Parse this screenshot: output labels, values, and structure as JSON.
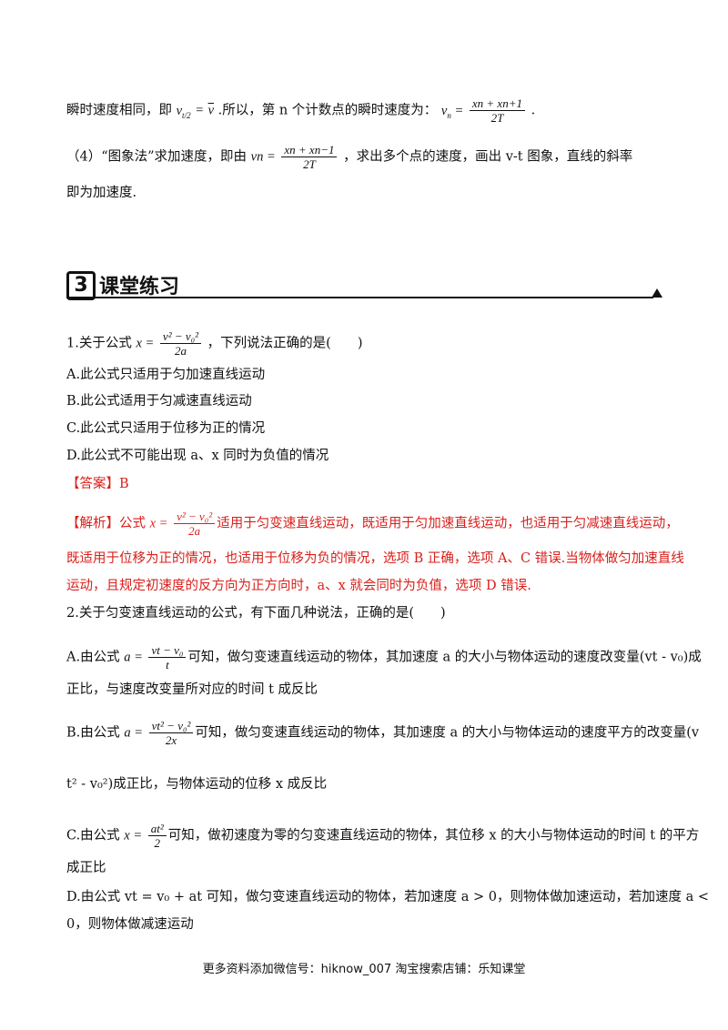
{
  "para_velocity": {
    "lead": "瞬时速度相同，即",
    "vt2": "v",
    "sub_t": "t",
    "sub_2": "2",
    "eq": "=",
    "vbar": "v",
    "mid": ".所以，第 n 个计数点的瞬时速度为：",
    "vn": "v",
    "sub_n": "n",
    "num": "xn + xn+1",
    "den": "2T",
    "end": "."
  },
  "para_graph": {
    "lead": "（4）“图象法”求加速度，即由",
    "vn": "vn =",
    "num": "xn + xn−1",
    "den": "2T",
    "tail": "，求出多个点的速度，画出 v-t 图象，直线的斜率",
    "line2": "即为加速度."
  },
  "section": {
    "number": "3",
    "title": "课堂练习"
  },
  "q1": {
    "stem_pre": "1.关于公式",
    "x_eq": "x =",
    "num": "v² − v₀²",
    "den": "2a",
    "stem_post": "，下列说法正确的是(　　)",
    "options": [
      "A.此公式只适用于匀加速直线运动",
      "B.此公式适用于匀减速直线运动",
      "C.此公式只适用于位移为正的情况",
      "D.此公式不可能出现 a、x 同时为负值的情况"
    ],
    "answer_label": "【答案】",
    "answer_value": "B",
    "analysis_label": "【解析】",
    "analysis_pre": "公式",
    "analysis_x": "x =",
    "analysis_num": "v² − v₀²",
    "analysis_den": "2a",
    "analysis_line1": "适用于匀变速直线运动，既适用于匀加速直线运动，也适用于匀减速直线运动，",
    "analysis_line2": "既适用于位移为正的情况，也适用于位移为负的情况，选项 B 正确，选项 A、C 错误.当物体做匀加速直线",
    "analysis_line3": "运动，且规定初速度的反方向为正方向时，a、x 就会同时为负值，选项 D 错误."
  },
  "q2": {
    "stem": "2.关于匀变速直线运动的公式，有下面几种说法，正确的是(　　)",
    "a_pre": "A.由公式",
    "a_eq": "a =",
    "a_num": "vt − v₀",
    "a_den": "t",
    "a_line1": "可知，做匀变速直线运动的物体，其加速度 a 的大小与物体运动的速度改变量(vt - v₀)成",
    "a_line2": "正比，与速度改变量所对应的时间 t 成反比",
    "b_pre": "B.由公式",
    "b_eq": "a =",
    "b_num": "vt² − v₀²",
    "b_den": "2x",
    "b_line1": "可知，做匀变速直线运动的物体，其加速度 a 的大小与物体运动的速度平方的改变量(v",
    "b_line2": "t² - v₀²)成正比，与物体运动的位移 x 成反比",
    "c_pre": "C.由公式",
    "c_eq": "x =",
    "c_num": "at²",
    "c_den": "2",
    "c_line1": "可知，做初速度为零的匀变速直线运动的物体，其位移 x 的大小与物体运动的时间 t 的平方",
    "c_line2": "成正比",
    "d_line1": "D.由公式 vt = v₀ + at 可知，做匀变速直线运动的物体，若加速度 a > 0，则物体做加速运动，若加速度 a <",
    "d_line2": "0，则物体做减速运动"
  },
  "footer": "更多资料添加微信号：hiknow_007  淘宝搜索店铺：乐知课堂"
}
